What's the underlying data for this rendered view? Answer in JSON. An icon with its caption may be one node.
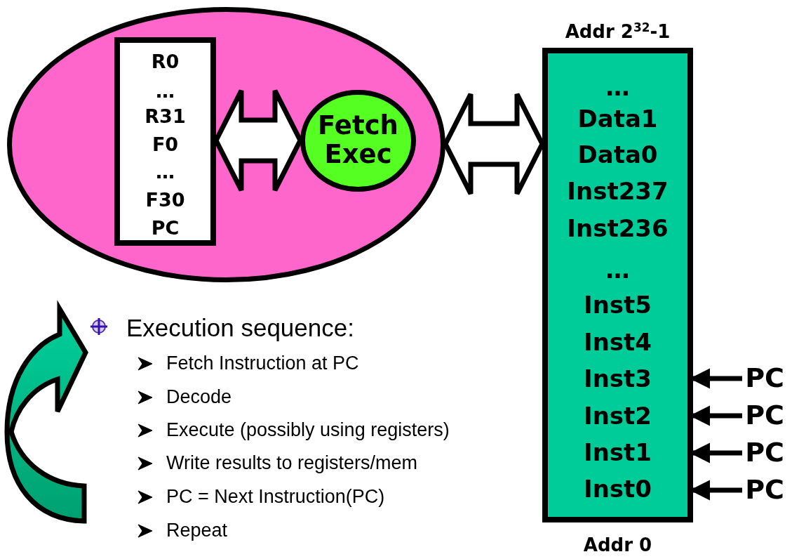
{
  "diagram": {
    "nodes": [
      {
        "text": [],
        "shape": "ellipse"
      },
      {
        "text": [
          "R0",
          "…",
          "R31",
          "F0",
          "…",
          "F30",
          "PC"
        ],
        "in": 0
      },
      {
        "text": [
          "Fetch Exec"
        ],
        "in": 0
      },
      {
        "text": [
          "…",
          "Data1",
          "Data0",
          "Inst237",
          "Inst236",
          "…",
          "Inst5",
          "Inst4",
          "Inst3",
          "Inst2",
          "Inst1",
          "Inst0"
        ],
        "beside": [
          "Addr 2$^{32}$-1",
          "Addr 0"
        ]
      },
      {
        "text": [
          "PC"
        ]
      },
      {
        "text": [
          "PC"
        ]
      },
      {
        "text": [
          "PC"
        ]
      },
      {
        "text": [
          "PC"
        ]
      }
    ],
    "edges": [
      {
        "from": 1,
        "to": 2,
        "arrow": "both",
        "style": "thick"
      },
      {
        "from": 0,
        "to": 3,
        "arrow": "both",
        "style": "thick"
      },
      {
        "from": 4,
        "to": 3,
        "arrow": "to"
      },
      {
        "from": 5,
        "to": 3,
        "arrow": "to"
      },
      {
        "from": 6,
        "to": 3,
        "arrow": "to"
      },
      {
        "from": 7,
        "to": 3,
        "arrow": "to"
      }
    ],
    "labels": [
      "Execution sequence:",
      "Fetch Instruction at PC",
      "Decode",
      "Execute (possibly using registers)",
      "Write results to registers/mem",
      "PC = Next Instruction(PC)",
      "Repeat"
    ]
  }
}
